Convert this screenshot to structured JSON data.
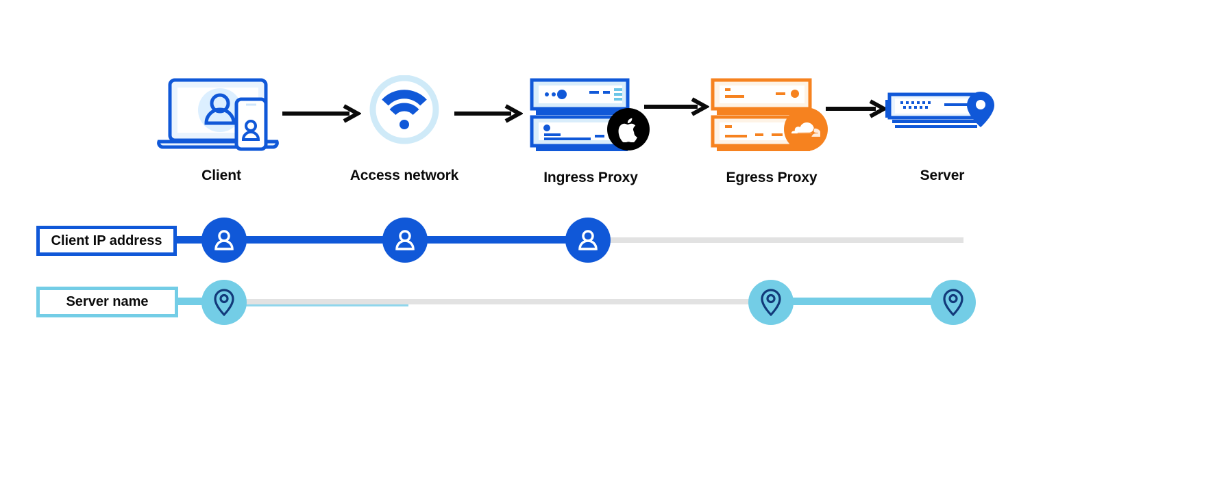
{
  "diagram": {
    "title_present": false,
    "pipeline": [
      {
        "id": "client",
        "label": "Client",
        "icon": "laptop-phone-icon",
        "badge": null,
        "color": "#1058d8"
      },
      {
        "id": "access-network",
        "label": "Access network",
        "icon": "wifi-icon",
        "badge": null,
        "color": "#1058d8"
      },
      {
        "id": "ingress-proxy",
        "label": "Ingress Proxy",
        "icon": "server-stack-icon",
        "badge": "apple-logo-icon",
        "color": "#1058d8"
      },
      {
        "id": "egress-proxy",
        "label": "Egress Proxy",
        "icon": "server-stack-icon",
        "badge": "cloudflare-logo-icon",
        "color": "#f6821f"
      },
      {
        "id": "server",
        "label": "Server",
        "icon": "server-pin-icon",
        "badge": null,
        "color": "#1058d8"
      }
    ],
    "arrows": [
      {
        "from": "client",
        "to": "access-network",
        "icon": "arrow-right-icon"
      },
      {
        "from": "access-network",
        "to": "ingress-proxy",
        "icon": "arrow-right-icon"
      },
      {
        "from": "ingress-proxy",
        "to": "egress-proxy",
        "icon": "arrow-right-icon"
      },
      {
        "from": "egress-proxy",
        "to": "server",
        "icon": "arrow-right-icon"
      }
    ],
    "rows": [
      {
        "id": "client-ip-address",
        "label": "Client IP address",
        "accent": "#1058d8",
        "inactive_color": "#e2e2e2",
        "marker_icon": "person-icon",
        "visible_at": [
          "client",
          "access-network",
          "ingress-proxy"
        ],
        "hidden_at": [
          "egress-proxy",
          "server"
        ]
      },
      {
        "id": "server-name",
        "label": "Server name",
        "accent": "#73cde6",
        "inactive_color": "#e2e2e2",
        "marker_icon": "map-pin-icon",
        "visible_at": [
          "client",
          "egress-proxy",
          "server"
        ],
        "hidden_at": [
          "access-network",
          "ingress-proxy"
        ]
      }
    ],
    "colors": {
      "blue": "#1058d8",
      "blue_light": "#cfe6fb",
      "blue_pale": "#eaf4fe",
      "cyan": "#73cde6",
      "navy": "#123a7a",
      "orange": "#f6821f",
      "orange_pale": "#fef3e6",
      "black": "#0a0a0a",
      "gray": "#e2e2e2"
    }
  }
}
